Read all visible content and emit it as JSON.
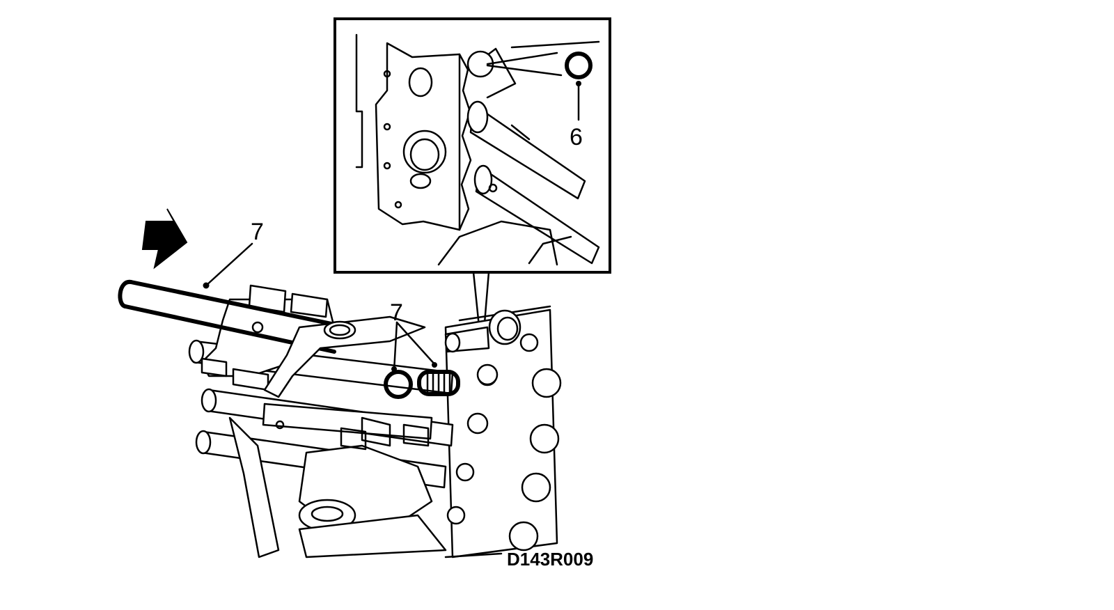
{
  "callouts": {
    "inset_ring": "6",
    "shift_rod": "7",
    "detent_parts": "7"
  },
  "figure_code": "D143R009",
  "colors": {
    "ink": "#000000",
    "paper": "#ffffff"
  },
  "icons": {
    "direction_arrow": "arrow-right-down-icon"
  }
}
